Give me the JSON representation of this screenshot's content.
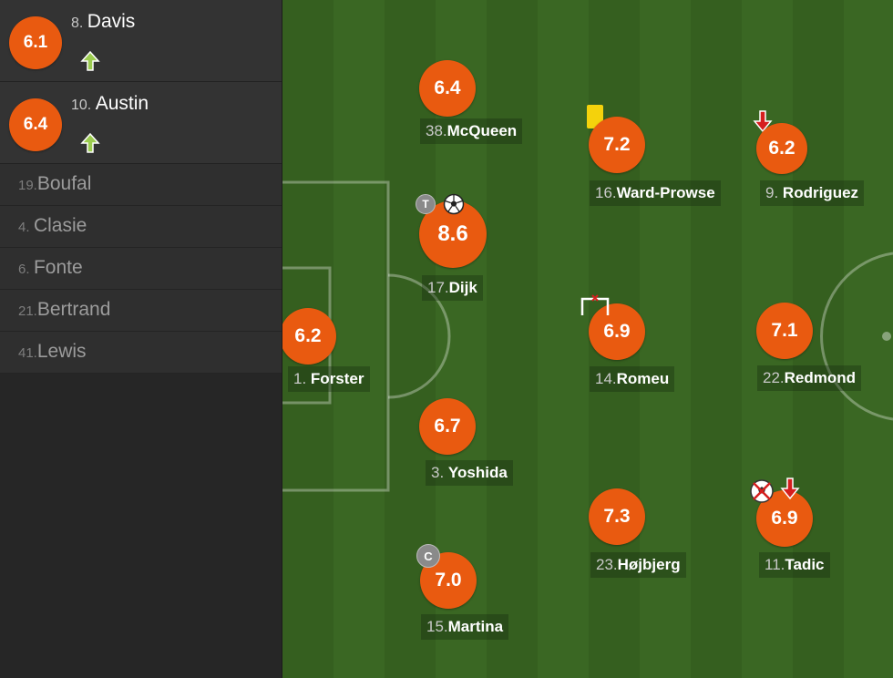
{
  "substitutes_in": [
    {
      "number": "8.",
      "name": "Davis",
      "rating": "6.1",
      "icon": "sub-on-arrow-icon",
      "arrow_color": "#9ccc50"
    },
    {
      "number": "10.",
      "name": "Austin",
      "rating": "6.4",
      "icon": "sub-on-arrow-icon",
      "arrow_color": "#9ccc50"
    }
  ],
  "bench": [
    {
      "number": "19.",
      "name": "Boufal"
    },
    {
      "number": "4.",
      "name": "Clasie"
    },
    {
      "number": "6.",
      "name": "Fonte"
    },
    {
      "number": "21.",
      "name": "Bertrand"
    },
    {
      "number": "41.",
      "name": "Lewis"
    }
  ],
  "players": {
    "forster": {
      "number": "1.",
      "name": "Forster",
      "rating": "6.2"
    },
    "mcqueen": {
      "number": "38.",
      "name": "McQueen",
      "rating": "6.4"
    },
    "dijk": {
      "number": "17.",
      "name": "Dijk",
      "rating": "8.6",
      "badge": "T",
      "icons": [
        "top-rated-badge-icon",
        "goal-ball-icon"
      ]
    },
    "yoshida": {
      "number": "3.",
      "name": "Yoshida",
      "rating": "6.7"
    },
    "martina": {
      "number": "15.",
      "name": "Martina",
      "rating": "7.0",
      "badge": "C",
      "icons": [
        "captain-badge-icon"
      ]
    },
    "ward_prowse": {
      "number": "16.",
      "name": "Ward-Prowse",
      "rating": "7.2",
      "icons": [
        "yellow-card-icon"
      ]
    },
    "romeu": {
      "number": "14.",
      "name": "Romeu",
      "rating": "6.9",
      "icons": [
        "missed-shot-goal-icon"
      ]
    },
    "hojbjerg": {
      "number": "23.",
      "name": "Højbjerg",
      "rating": "7.3"
    },
    "rodriguez": {
      "number": "9.",
      "name": "Rodriguez",
      "rating": "6.2",
      "icons": [
        "sub-off-arrow-icon"
      ]
    },
    "redmond": {
      "number": "22.",
      "name": "Redmond",
      "rating": "7.1"
    },
    "tadic": {
      "number": "11.",
      "name": "Tadic",
      "rating": "6.9",
      "icons": [
        "missed-ball-icon",
        "sub-off-arrow-icon"
      ]
    }
  },
  "colors": {
    "rating_orange": "#e95a10",
    "pitch_stripe_light": "#3b6a24",
    "pitch_stripe_dark": "#335e1e",
    "yellow_card": "#f4d20c",
    "sub_off_red": "#d61e1e"
  }
}
